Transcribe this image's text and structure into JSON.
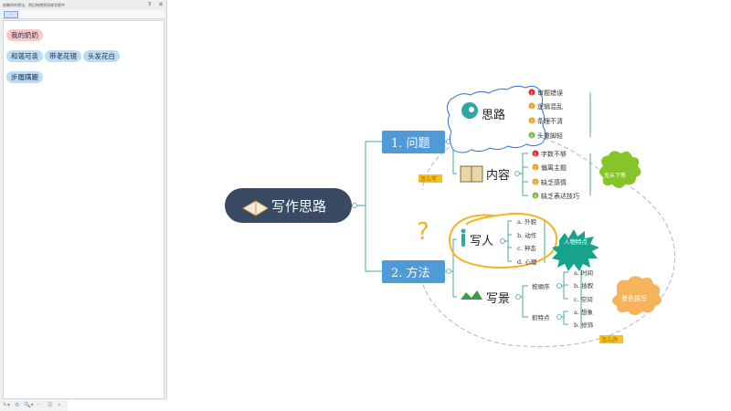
{
  "notes_panel": {
    "title": "收集你的想法、然后拖拽到思维导图中",
    "pin": "Ŧ",
    "close": "✕",
    "toolbar_button": "···",
    "tags": [
      {
        "label": "我的奶奶",
        "color": "#f9c9c9"
      },
      {
        "label": "和蔼可亲",
        "color": "#bcdcf6"
      },
      {
        "label": "带老花镜",
        "color": "#bcdcf6"
      },
      {
        "label": "头发花白",
        "color": "#bcdcf6"
      },
      {
        "label": "步履蹒跚",
        "color": "#bcdcf6"
      }
    ],
    "status_icons": [
      "✎▾",
      "⚙",
      "🔍▾",
      "···",
      "☰",
      "«"
    ]
  },
  "mindmap": {
    "central": "写作思路",
    "branches": [
      {
        "label": "1. 问题",
        "subtopics": [
          {
            "label": "思路",
            "items": [
              {
                "num": "1",
                "text": "审题错误",
                "color": "#e03030"
              },
              {
                "num": "2",
                "text": "逻辑混乱",
                "color": "#f0a020"
              },
              {
                "num": "3",
                "text": "条理不清",
                "color": "#f0a020"
              },
              {
                "num": "4",
                "text": "头重脚轻",
                "color": "#7ab648"
              }
            ]
          },
          {
            "label": "内容",
            "items": [
              {
                "num": "1",
                "text": "字数不够",
                "color": "#e03030"
              },
              {
                "num": "2",
                "text": "偏离主题",
                "color": "#f0a020"
              },
              {
                "num": "3",
                "text": "缺乏感情",
                "color": "#f0a020"
              },
              {
                "num": "4",
                "text": "缺乏表达技巧",
                "color": "#7ab648"
              }
            ]
          }
        ]
      },
      {
        "label": "2. 方法",
        "subtopics": [
          {
            "label": "写人",
            "items": [
              "a. 外貌",
              "b. 动作",
              "c. 神态",
              "d. 心理"
            ]
          },
          {
            "label": "写景",
            "groups": [
              {
                "label": "按顺序",
                "items": [
                  "a. 时间",
                  "b. 插叙",
                  "c. 空间"
                ]
              },
              {
                "label": "抓特点",
                "items": [
                  "a. 想象",
                  "b. 修饰"
                ]
              }
            ]
          }
        ]
      }
    ],
    "callouts": {
      "cloud_green": "无从下笔",
      "burst_teal": "人物特点",
      "cloud_orange": "景色描写",
      "label_top": "怎么写",
      "label_bottom": "怎么办",
      "question_mark": "?"
    },
    "colors": {
      "central_bg": "#3a4a63",
      "branch_bg": "#4f9ad8",
      "line": "#4aa8a0",
      "cloud_green": "#86c529",
      "burst_teal": "#17a28b",
      "cloud_orange": "#f5b35a",
      "label_bg": "#f7c21a",
      "wavy_border": "#2a70d8",
      "yellow_circle": "#f4b41a"
    }
  }
}
